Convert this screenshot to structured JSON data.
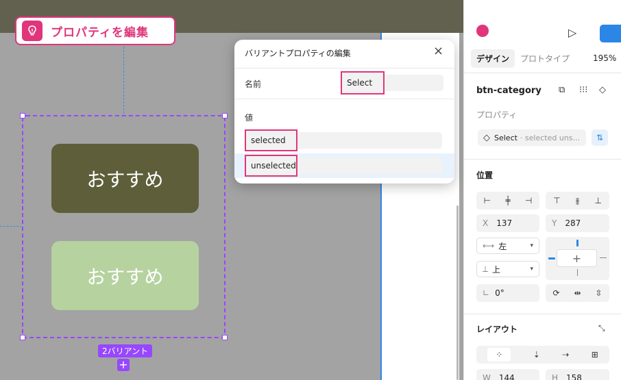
{
  "callout": {
    "text": "プロパティを編集",
    "icon": "lightbulb-icon"
  },
  "canvas": {
    "variant_selected_text": "おすすめ",
    "variant_unselected_text": "おすすめ",
    "frame_label": "2バリアント",
    "add_icon": "+",
    "colors": {
      "selected": "#5e5f3a",
      "unselected": "#b6d29f",
      "frame": "#9747ff",
      "highlight": "#e0357b"
    }
  },
  "dialog": {
    "title": "バリアントプロパティの編集",
    "close_icon": "×",
    "name_label": "名前",
    "name_value": "Select",
    "values_label": "値",
    "values": [
      "selected",
      "unselected"
    ]
  },
  "panel": {
    "tabs": [
      "デザイン",
      "プロトタイプ"
    ],
    "zoom": "195%",
    "component_name": "btn-category",
    "property_label": "プロパティ",
    "property_name": "Select",
    "property_values": "· selected uns...",
    "position_label": "位置",
    "x_label": "X",
    "x_value": "137",
    "y_label": "Y",
    "y_value": "287",
    "h_constraint_icon": "⟷",
    "h_constraint": "左",
    "v_constraint_icon": "⟂",
    "v_constraint": "上",
    "rotation_icon": "∟",
    "rotation": "0°",
    "layout_label": "レイアウト",
    "w_label": "W",
    "w_value": "144",
    "h_label": "H",
    "h_value": "158"
  }
}
